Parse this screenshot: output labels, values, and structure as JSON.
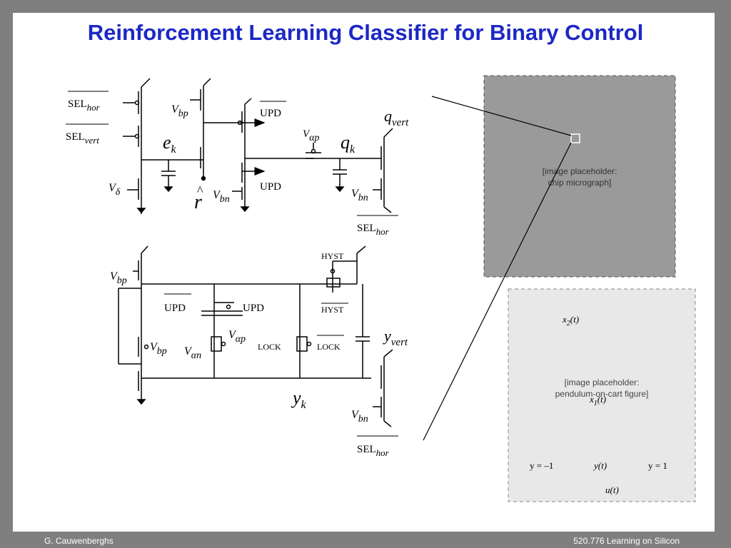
{
  "title": "Reinforcement Learning Classifier for Binary Control",
  "footer": {
    "author": "G. Cauwenberghs",
    "course": "520.776 Learning on Silicon"
  },
  "circuit_top": {
    "sel_hor": "SEL",
    "sel_hor_sub": "hor",
    "sel_vert": "SEL",
    "sel_vert_sub": "vert",
    "v_delta": "V",
    "v_delta_sub": "δ",
    "vbp": "V",
    "vbp_sub": "bp",
    "ek": "e",
    "ek_sub": "k",
    "rhat": "r",
    "rhat_accent": "^",
    "vbn": "V",
    "vbn_sub": "bn",
    "upd_bar": "UPD",
    "upd": "UPD",
    "valpha_p": "V",
    "valpha_p_sub": "αp",
    "qk": "q",
    "qk_sub": "k",
    "qvert": "q",
    "qvert_sub": "vert",
    "vbn2": "V",
    "vbn2_sub": "bn",
    "sel_hor_bot": "SEL",
    "sel_hor_bot_sub": "hor"
  },
  "circuit_bottom": {
    "vbp": "V",
    "vbp_sub": "bp",
    "vbp2": "V",
    "vbp2_sub": "bp",
    "upd_bar": "UPD",
    "upd": "UPD",
    "valpha_p": "V",
    "valpha_p_sub": "αp",
    "valpha_n": "V",
    "valpha_n_sub": "αn",
    "hyst": "HYST",
    "hyst_bar": "HYST",
    "lock": "LOCK",
    "lock_bar": "LOCK",
    "yvert": "y",
    "yvert_sub": "vert",
    "yk": "y",
    "yk_sub": "k",
    "vbn": "V",
    "vbn_sub": "bn",
    "sel_hor": "SEL",
    "sel_hor_sub": "hor"
  },
  "pendulum": {
    "x2": "x",
    "x2_sub": "2",
    "x2_arg": "(t)",
    "x1": "x",
    "x1_sub": "1",
    "x1_arg": "(t)",
    "y_left": "y = –1",
    "y_t": "y(t)",
    "y_right": "y = 1",
    "u_t": "u(t)"
  },
  "colors": {
    "background": "#7f7f7f",
    "slide": "#ffffff",
    "title": "#1c28c4"
  }
}
